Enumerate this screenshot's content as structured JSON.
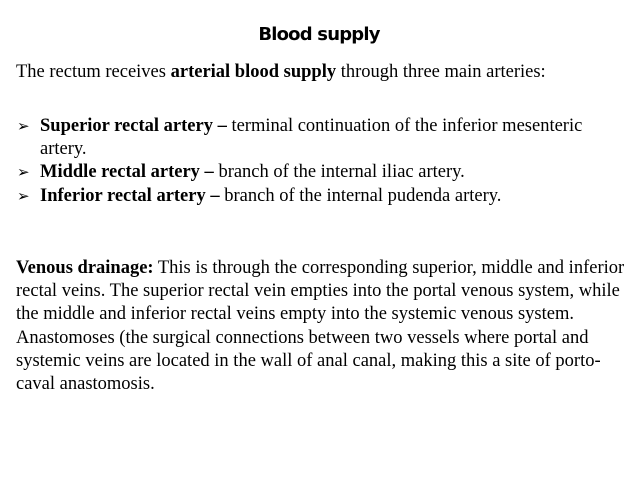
{
  "slide": {
    "title": "Blood supply",
    "intro": {
      "text_1": "The rectum receives ",
      "bold": "arterial blood supply",
      "text_2": " through three main arteries:"
    },
    "arteries": [
      {
        "icon": "arrow-bullet-icon",
        "name": "Superior rectal artery –",
        "description": " terminal continuation of the inferior mesenteric artery."
      },
      {
        "icon": "arrow-bullet-icon",
        "name": "Middle rectal artery –",
        "description": " branch of the internal iliac artery."
      },
      {
        "icon": "arrow-bullet-icon",
        "name": "Inferior rectal artery –",
        "description": " branch of the internal pudenda artery."
      }
    ],
    "venous": {
      "label": "Venous drainage:",
      "text": " This is through the corresponding superior, middle and inferior rectal veins. The superior rectal vein empties into the portal venous system, while the middle and inferior rectal veins empty into the systemic venous system. Anastomoses (the surgical connections between two vessels where portal and systemic veins are located in the wall of anal canal, making this a site of porto-caval anastomosis."
    }
  }
}
